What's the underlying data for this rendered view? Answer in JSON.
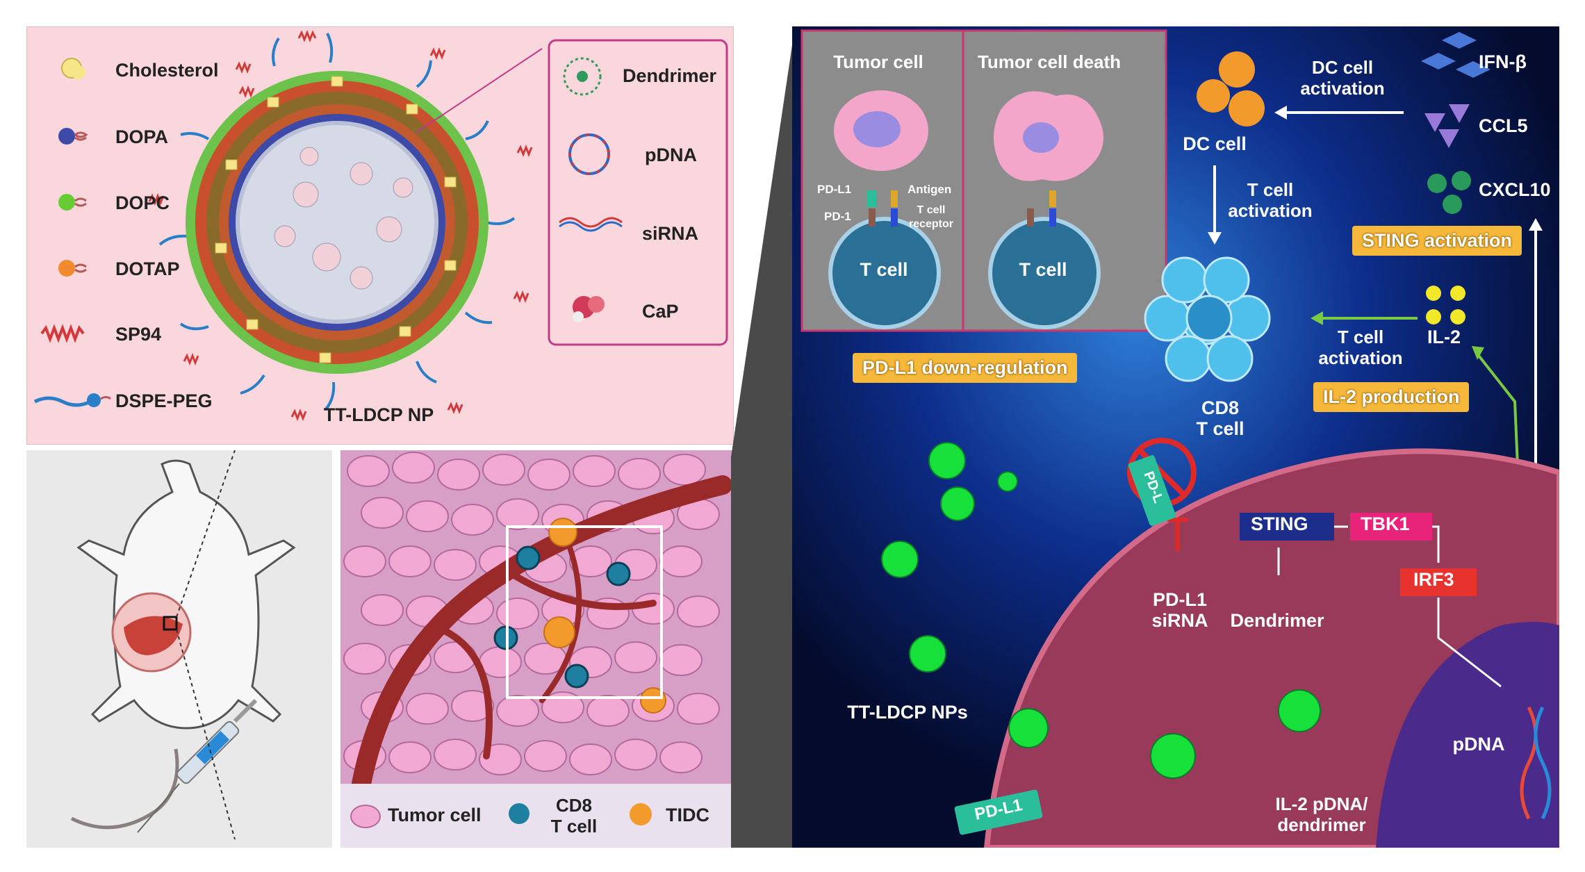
{
  "legend_left": {
    "items": [
      {
        "label": "Cholesterol"
      },
      {
        "label": "DOPA"
      },
      {
        "label": "DOPC"
      },
      {
        "label": "DOTAP"
      },
      {
        "label": "SP94"
      },
      {
        "label": "DSPE-PEG"
      }
    ],
    "np_label": "TT-LDCP NP"
  },
  "legend_core": {
    "items": [
      {
        "label": "Dendrimer"
      },
      {
        "label": "pDNA"
      },
      {
        "label": "siRNA"
      },
      {
        "label": "CaP"
      }
    ]
  },
  "tissue_legend": {
    "tumor_cell": "Tumor cell",
    "cd8_line1": "CD8",
    "cd8_line2": "T cell",
    "tidc": "TIDC"
  },
  "mechanism": {
    "tumor_cell_title": "Tumor cell",
    "tumor_death_title": "Tumor cell death",
    "pd_l1": "PD-L1",
    "pd_1": "PD-1",
    "antigen": "Antigen",
    "tcr_line1": "T cell",
    "tcr_line2": "receptor",
    "t_cell_a": "T cell",
    "t_cell_b": "T cell",
    "pdl1_down": "PD-L1 down-regulation",
    "dc_cell": "DC cell",
    "dc_activation_line1": "DC cell",
    "dc_activation_line2": "activation",
    "ifn": "IFN-β",
    "ccl5": "CCL5",
    "cxcl10": "CXCL10",
    "sting_activation": "STING activation",
    "t_activation1_line1": "T cell",
    "t_activation1_line2": "activation",
    "t_activation2_line1": "T cell",
    "t_activation2_line2": "activation",
    "il2": "IL-2",
    "il2_production": "IL-2 production",
    "cd8_line1": "CD8",
    "cd8_line2": "T cell",
    "sting": "STING",
    "tbk1": "TBK1",
    "irf3": "IRF3",
    "siRNA_line1": "PD-L1",
    "siRNA_line2": "siRNA",
    "dendrimer": "Dendrimer",
    "pdna": "pDNA",
    "nps": "TT-LDCP NPs",
    "il2_pdna_line1": "IL-2 pDNA/",
    "il2_pdna_line2": "dendrimer",
    "pdl1_tag": "PD-L1",
    "blocked_tag": "PD-L"
  },
  "colors": {
    "pink_panel": "#f9d7dc",
    "dark_bg": "#04113a",
    "badge": "#f6b83a",
    "sting_box": "#1c2d8c",
    "tbk1_box": "#e8237a",
    "irf3_box": "#e8322e",
    "np_green": "#18e03a",
    "arrow_green": "#7ac943"
  }
}
